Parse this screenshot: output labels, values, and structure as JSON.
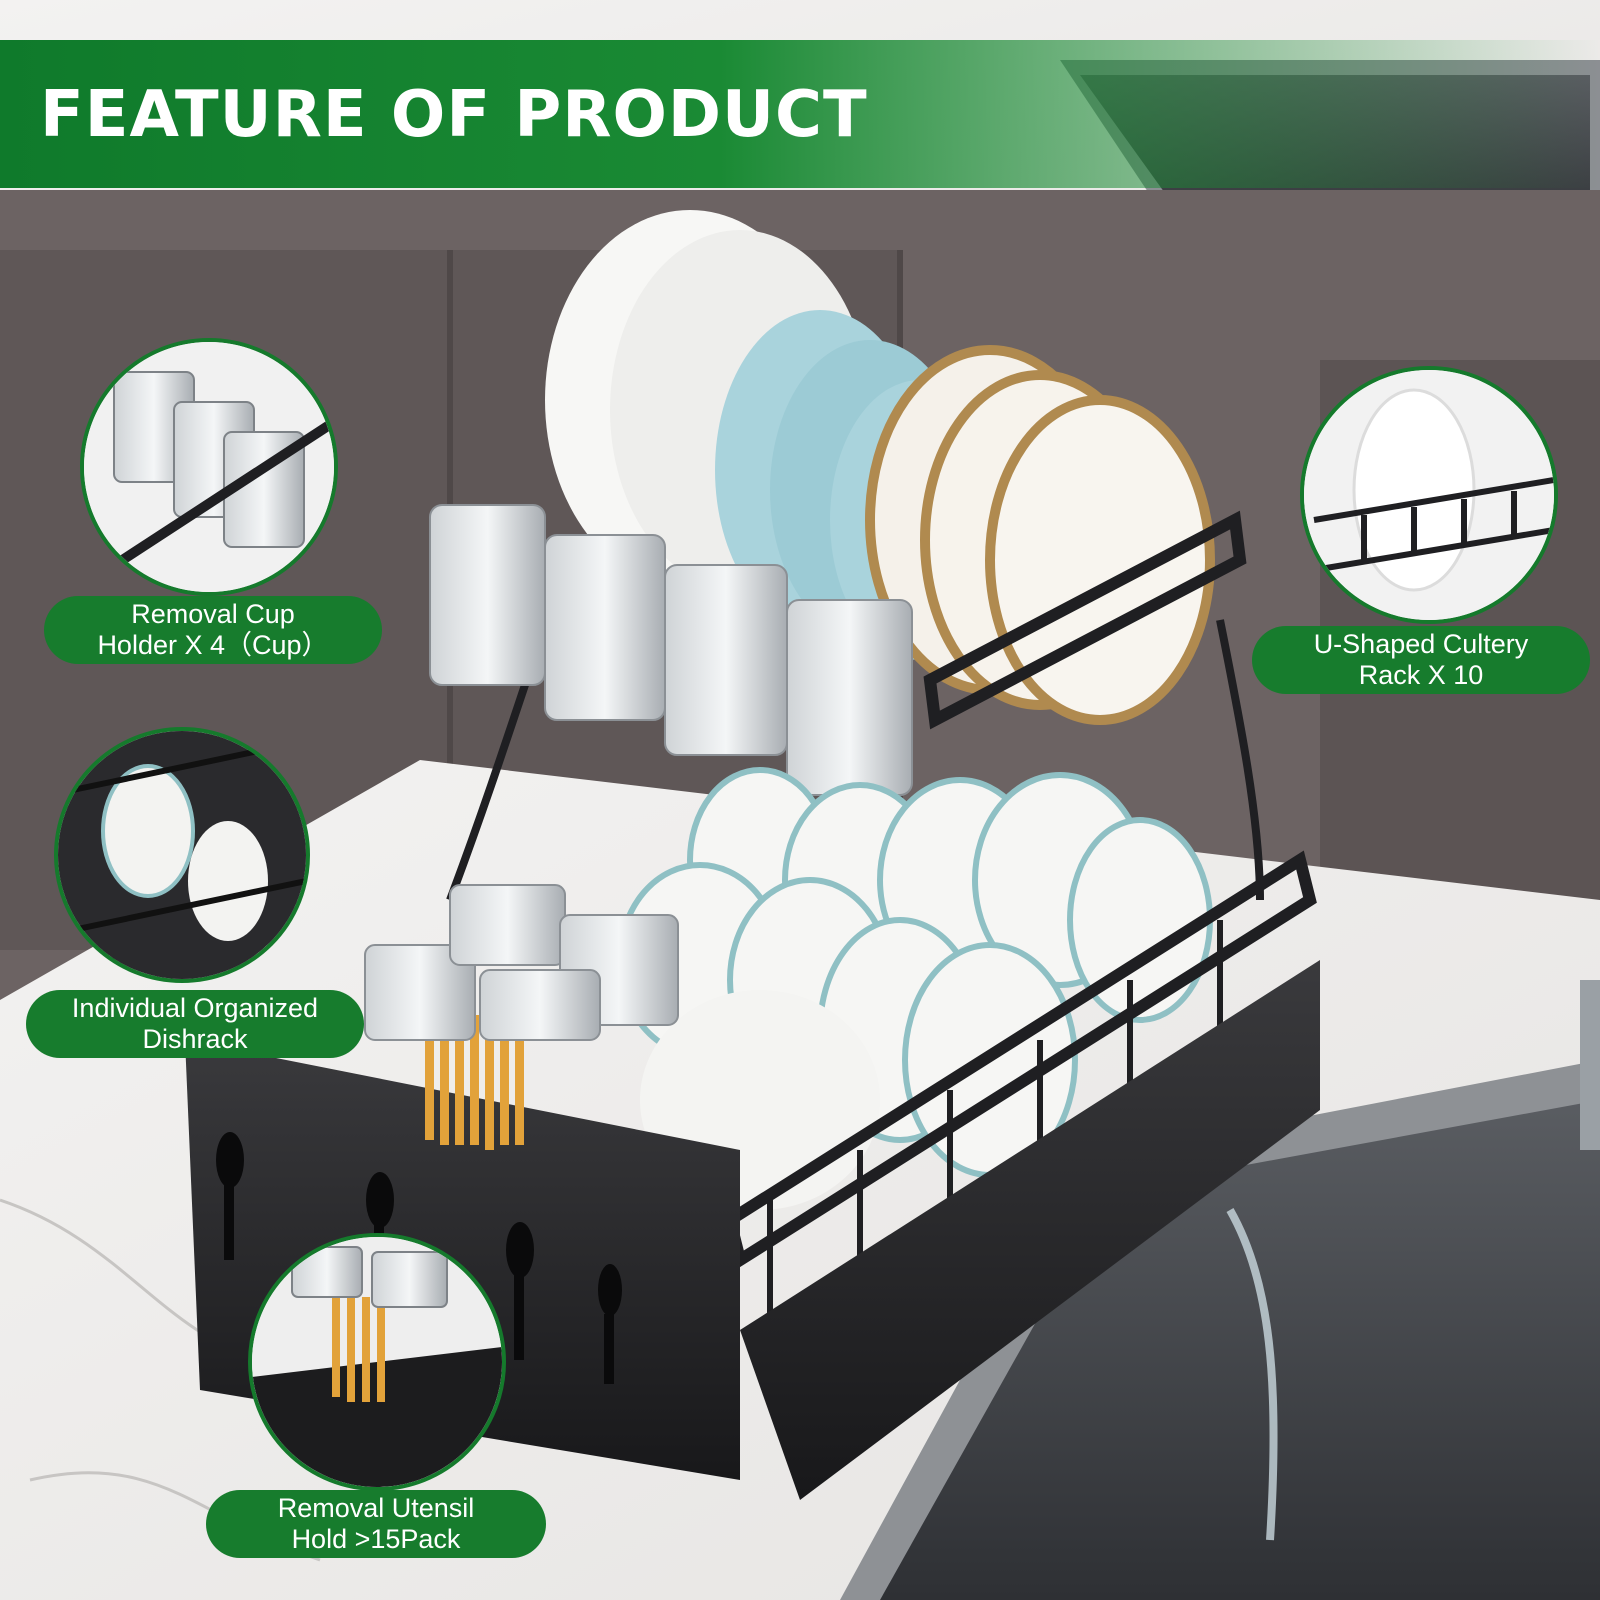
{
  "banner": {
    "title": "FEATURE OF PRODUCT"
  },
  "features": [
    {
      "line1": "Removal Cup",
      "line2": "Holder X 4（Cup）"
    },
    {
      "line1": "Individual Organized",
      "line2": "Dishrack"
    },
    {
      "line1": "Removal Utensil",
      "line2": "Hold >15Pack"
    },
    {
      "line1": "U-Shaped Cultery",
      "line2": "Rack X 10"
    }
  ],
  "colors": {
    "accent": "#177c2d",
    "rack": "#1f1f22"
  }
}
